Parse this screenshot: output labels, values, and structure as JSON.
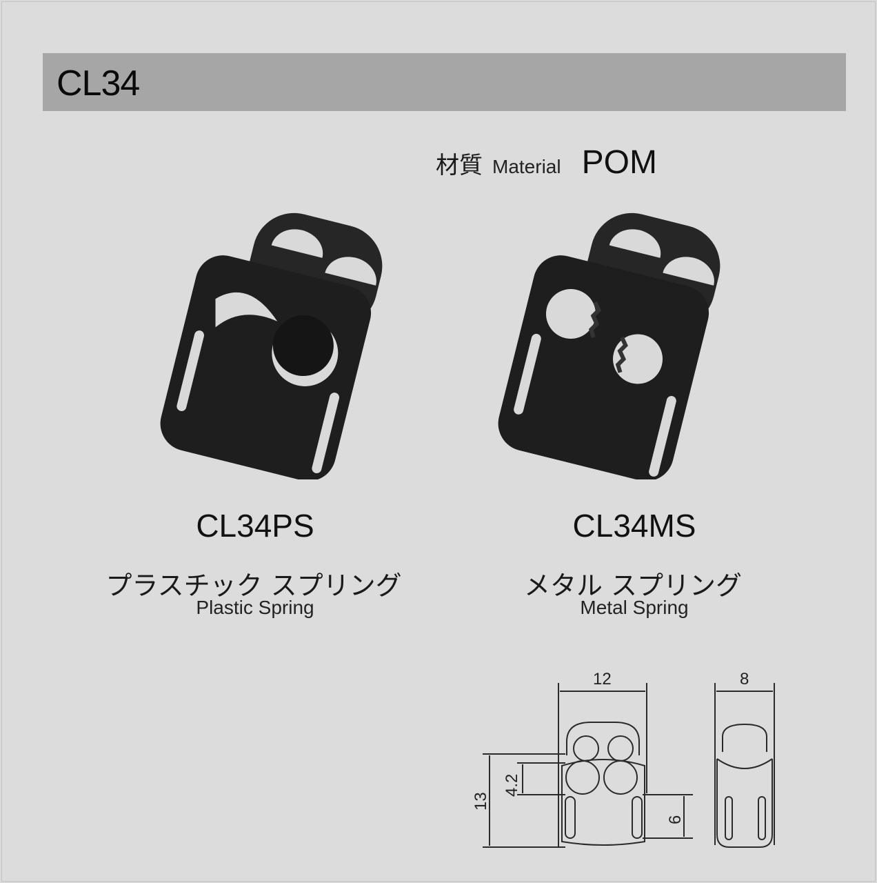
{
  "header": {
    "title": "CL34"
  },
  "material": {
    "label_jp": "材質",
    "label_en": "Material",
    "value": "POM"
  },
  "products": [
    {
      "code": "CL34PS",
      "name_jp": "プラスチック スプリング",
      "name_en": "Plastic Spring",
      "image": "cord-lock-plastic-spring"
    },
    {
      "code": "CL34MS",
      "name_jp": "メタル スプリング",
      "name_en": "Metal Spring",
      "image": "cord-lock-metal-spring"
    }
  ],
  "drawing": {
    "units": "mm",
    "width": "12",
    "depth": "8",
    "height": "13",
    "hole_diameter": "4.2",
    "slot_length": "6"
  },
  "colors": {
    "background": "#dcdcdc",
    "title_bar": "#a6a6a6",
    "product": "#1e1e1e"
  }
}
